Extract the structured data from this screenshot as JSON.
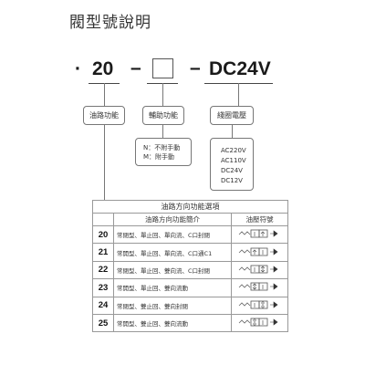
{
  "title": "閥型號說明",
  "code": {
    "dot": "·",
    "series": "20",
    "dash1": "–",
    "dash2": "–",
    "voltage": "DC24V"
  },
  "labels": {
    "oil_path": "油路功能",
    "aux": "輔助功能",
    "coil": "綫圈電壓"
  },
  "aux_options": [
    "N：不附手動",
    "M：附手動"
  ],
  "voltage_options": [
    "AC220V",
    "AC110V",
    "DC24V",
    "DC12V"
  ],
  "table": {
    "title": "油路方向功能選項",
    "col_desc": "油路方向功能簡介",
    "col_sym": "油壓符號",
    "rows": [
      {
        "num": "20",
        "desc": "常閉型、單止回、單向流、C口封閉"
      },
      {
        "num": "21",
        "desc": "常開型、單止回、單向流、C口通C1"
      },
      {
        "num": "22",
        "desc": "常閉型、單止回、雙向流、C口封閉"
      },
      {
        "num": "23",
        "desc": "常開型、單止回、雙向流動"
      },
      {
        "num": "24",
        "desc": "常閉型、雙止回、雙向封閉"
      },
      {
        "num": "25",
        "desc": "常開型、雙止回、雙向流動"
      }
    ]
  }
}
